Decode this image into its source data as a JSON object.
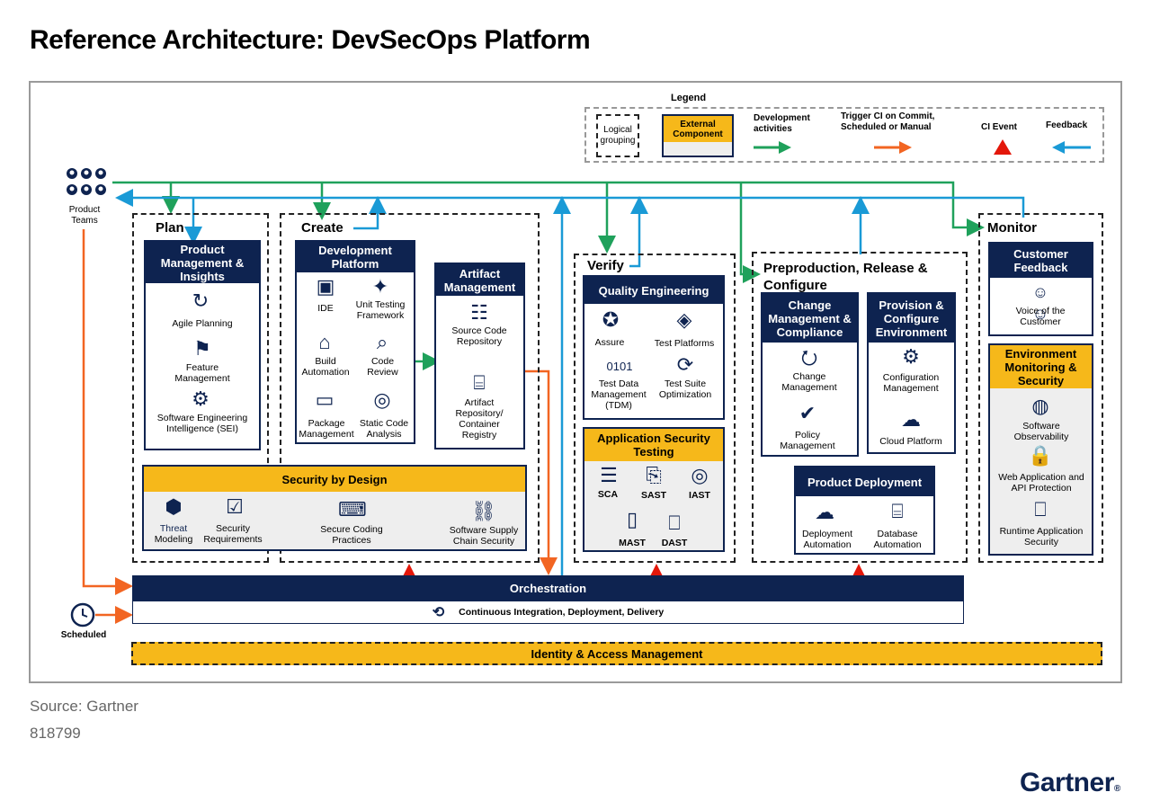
{
  "title": "Reference Architecture: DevSecOps Platform",
  "legend": {
    "heading": "Legend",
    "logical": "Logical grouping",
    "external": "External Component",
    "development": "Development activities",
    "trigger": "Trigger CI on Commit, Scheduled or Manual",
    "ci_event": "CI Event",
    "feedback": "Feedback"
  },
  "product_teams": "Product Teams",
  "scheduled": "Scheduled",
  "plan": {
    "heading": "Plan",
    "panel_title": "Product Management & Insights",
    "items": [
      "Agile Planning",
      "Feature Management",
      "Software Engineering Intelligence (SEI)"
    ]
  },
  "create": {
    "heading": "Create",
    "dev_title": "Development Platform",
    "dev_items": [
      "IDE",
      "Unit Testing Framework",
      "Build Automation",
      "Code Review",
      "Package Management",
      "Static Code Analysis"
    ],
    "artifact_title": "Artifact Management",
    "artifact_items": [
      "Source Code Repository",
      "Artifact Repository/ Container Registry"
    ]
  },
  "security_by_design": {
    "title": "Security by Design",
    "items": [
      "Threat",
      "Modeling",
      "Security Requirements",
      "Secure Coding Practices",
      "Software Supply Chain Security"
    ]
  },
  "verify": {
    "heading": "Verify",
    "qe_title": "Quality Engineering",
    "qe_items": [
      "Assure",
      "Test Platforms",
      "Test Data Management (TDM)",
      "Test Suite Optimization"
    ],
    "ast_title": "Application Security Testing",
    "ast_items": [
      "SCA",
      "SAST",
      "IAST",
      "MAST",
      "DAST"
    ]
  },
  "prepro": {
    "heading": "Preproduction, Release & Configure",
    "change_title": "Change Management & Compliance",
    "change_items": [
      "Change Management",
      "Policy Management"
    ],
    "provision_title": "Provision & Configure Environment",
    "provision_items": [
      "Configuration Management",
      "Cloud Platform"
    ],
    "deploy_title": "Product Deployment",
    "deploy_items": [
      "Deployment Automation",
      "Database Automation"
    ]
  },
  "monitor": {
    "heading": "Monitor",
    "feedback_title": "Customer Feedback",
    "feedback_item": "Voice of the Customer",
    "env_title": "Environment Monitoring & Security",
    "env_items": [
      "Software Observability",
      "Web Application and API Protection",
      "Runtime Application Security"
    ]
  },
  "orchestration": "Orchestration",
  "ci_cd": "Continuous Integration, Deployment, Delivery",
  "iam": "Identity & Access Management",
  "source": "Source: Gartner",
  "doc_id": "818799",
  "brand": "Gartner",
  "colors": {
    "navy": "#0e2350",
    "gold": "#f6b81a",
    "green": "#1fa15b",
    "orange": "#f26522",
    "blue": "#1a9ad6",
    "red": "#e3170a"
  }
}
